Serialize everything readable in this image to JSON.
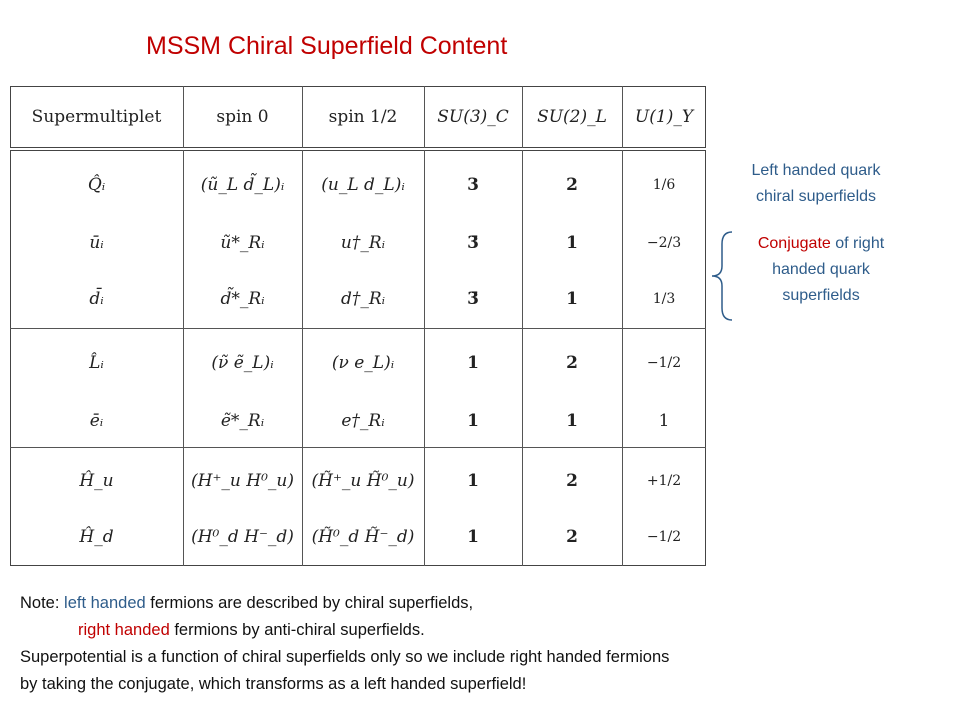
{
  "title": "MSSM Chiral Superfield Content",
  "table": {
    "headers": [
      "Supermultiplet",
      "spin 0",
      "spin 1/2",
      "SU(3)_C",
      "SU(2)_L",
      "U(1)_Y"
    ],
    "rows": [
      {
        "name": "Q̂ᵢ",
        "spin0": "(ũ_L  d̃_L)ᵢ",
        "spin12": "(u_L  d_L)ᵢ",
        "su3": "3",
        "su2": "2",
        "u1": "1/6"
      },
      {
        "name": "ūᵢ",
        "spin0": "ũ*_Rᵢ",
        "spin12": "u†_Rᵢ",
        "su3": "3̄",
        "su2": "1",
        "u1": "−2/3"
      },
      {
        "name": "d̄ᵢ",
        "spin0": "d̃*_Rᵢ",
        "spin12": "d†_Rᵢ",
        "su3": "3̄",
        "su2": "1",
        "u1": "1/3"
      },
      {
        "name": "L̂ᵢ",
        "spin0": "(ν̃  ẽ_L)ᵢ",
        "spin12": "(ν  e_L)ᵢ",
        "su3": "1",
        "su2": "2",
        "u1": "−1/2"
      },
      {
        "name": "ēᵢ",
        "spin0": "ẽ*_Rᵢ",
        "spin12": "e†_Rᵢ",
        "su3": "1",
        "su2": "1",
        "u1": "1"
      },
      {
        "name": "Ĥ_u",
        "spin0": "(H⁺_u  H⁰_u)",
        "spin12": "(H̃⁺_u  H̃⁰_u)",
        "su3": "1",
        "su2": "2",
        "u1": "+1/2"
      },
      {
        "name": "Ĥ_d",
        "spin0": "(H⁰_d  H⁻_d)",
        "spin12": "(H̃⁰_d  H̃⁻_d)",
        "su3": "1",
        "su2": "2",
        "u1": "−1/2"
      }
    ]
  },
  "annotations": {
    "left_quark_line1": "Left handed quark",
    "left_quark_line2": "chiral superfields",
    "conj_word": "Conjugate",
    "conj_rest": " of right",
    "conj_line2": "handed  quark",
    "conj_line3": "superfields"
  },
  "note": {
    "prefix": "Note: ",
    "left_handed": "left handed",
    "line1_rest": " fermions are described by chiral superfields,",
    "right_handed": "right handed",
    "line2_rest": " fermions by anti-chiral superfields.",
    "line3": "Superpotential is a function of chiral superfields only so we include right handed fermions",
    "line4": "by taking the conjugate, which transforms as a left handed superfield!"
  },
  "colors": {
    "title": "#c00000",
    "blue": "#2e5c8a",
    "red": "#c00000"
  }
}
